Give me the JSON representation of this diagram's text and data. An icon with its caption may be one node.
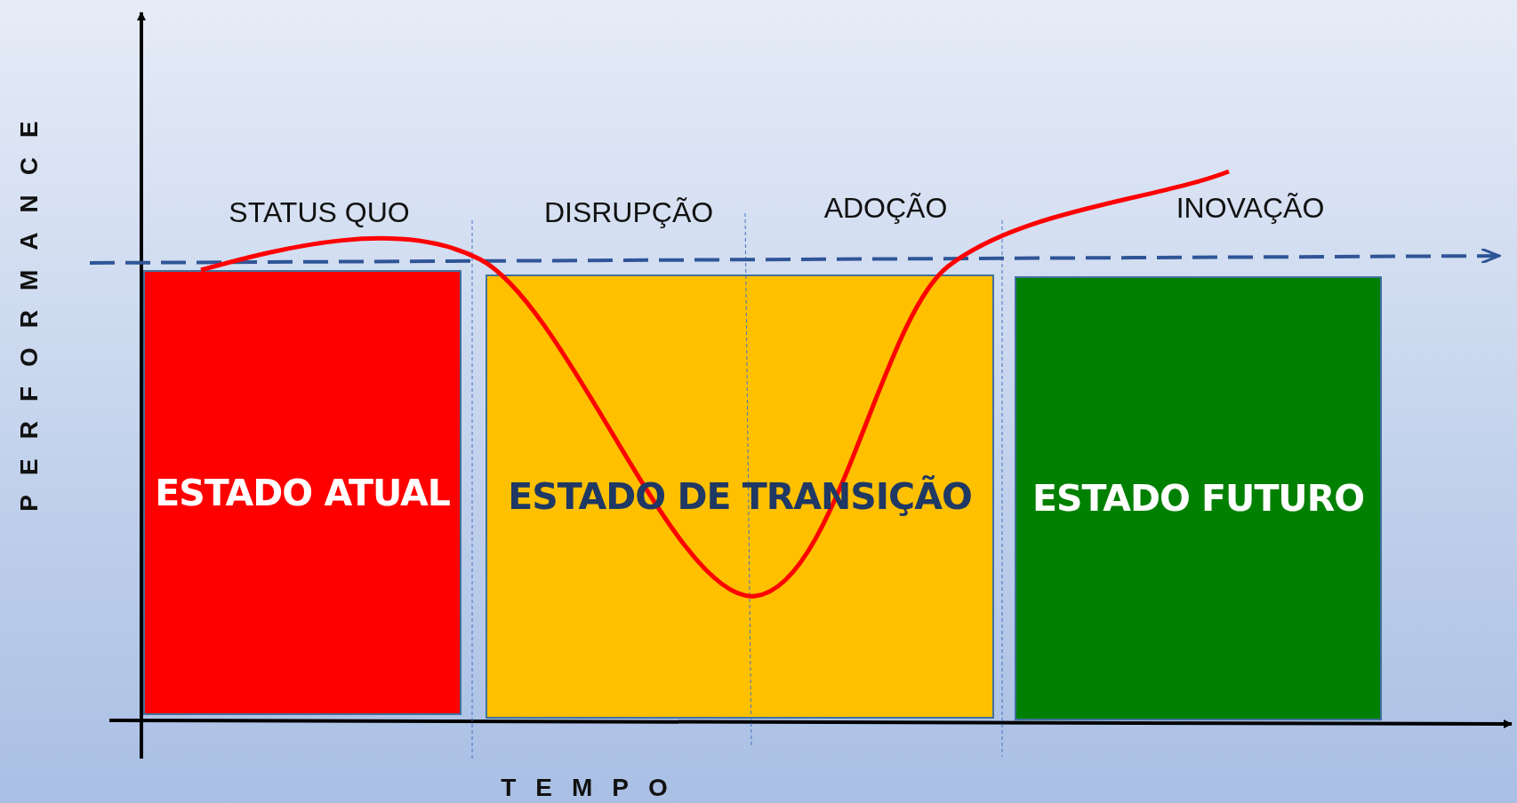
{
  "diagram": {
    "nodes": [
      {
        "text": [
          "ESTADO ATUAL"
        ]
      },
      {
        "text": [
          "ESTADO DE TRANSIÇÃO"
        ]
      },
      {
        "text": [
          "ESTADO FUTURO"
        ]
      }
    ],
    "labels": [
      "PERFORMANCE",
      "STATUS QUO",
      "DISRUPÇÃO",
      "ADOÇÃO",
      "INOVAÇÃO",
      "TEMPO"
    ]
  }
}
